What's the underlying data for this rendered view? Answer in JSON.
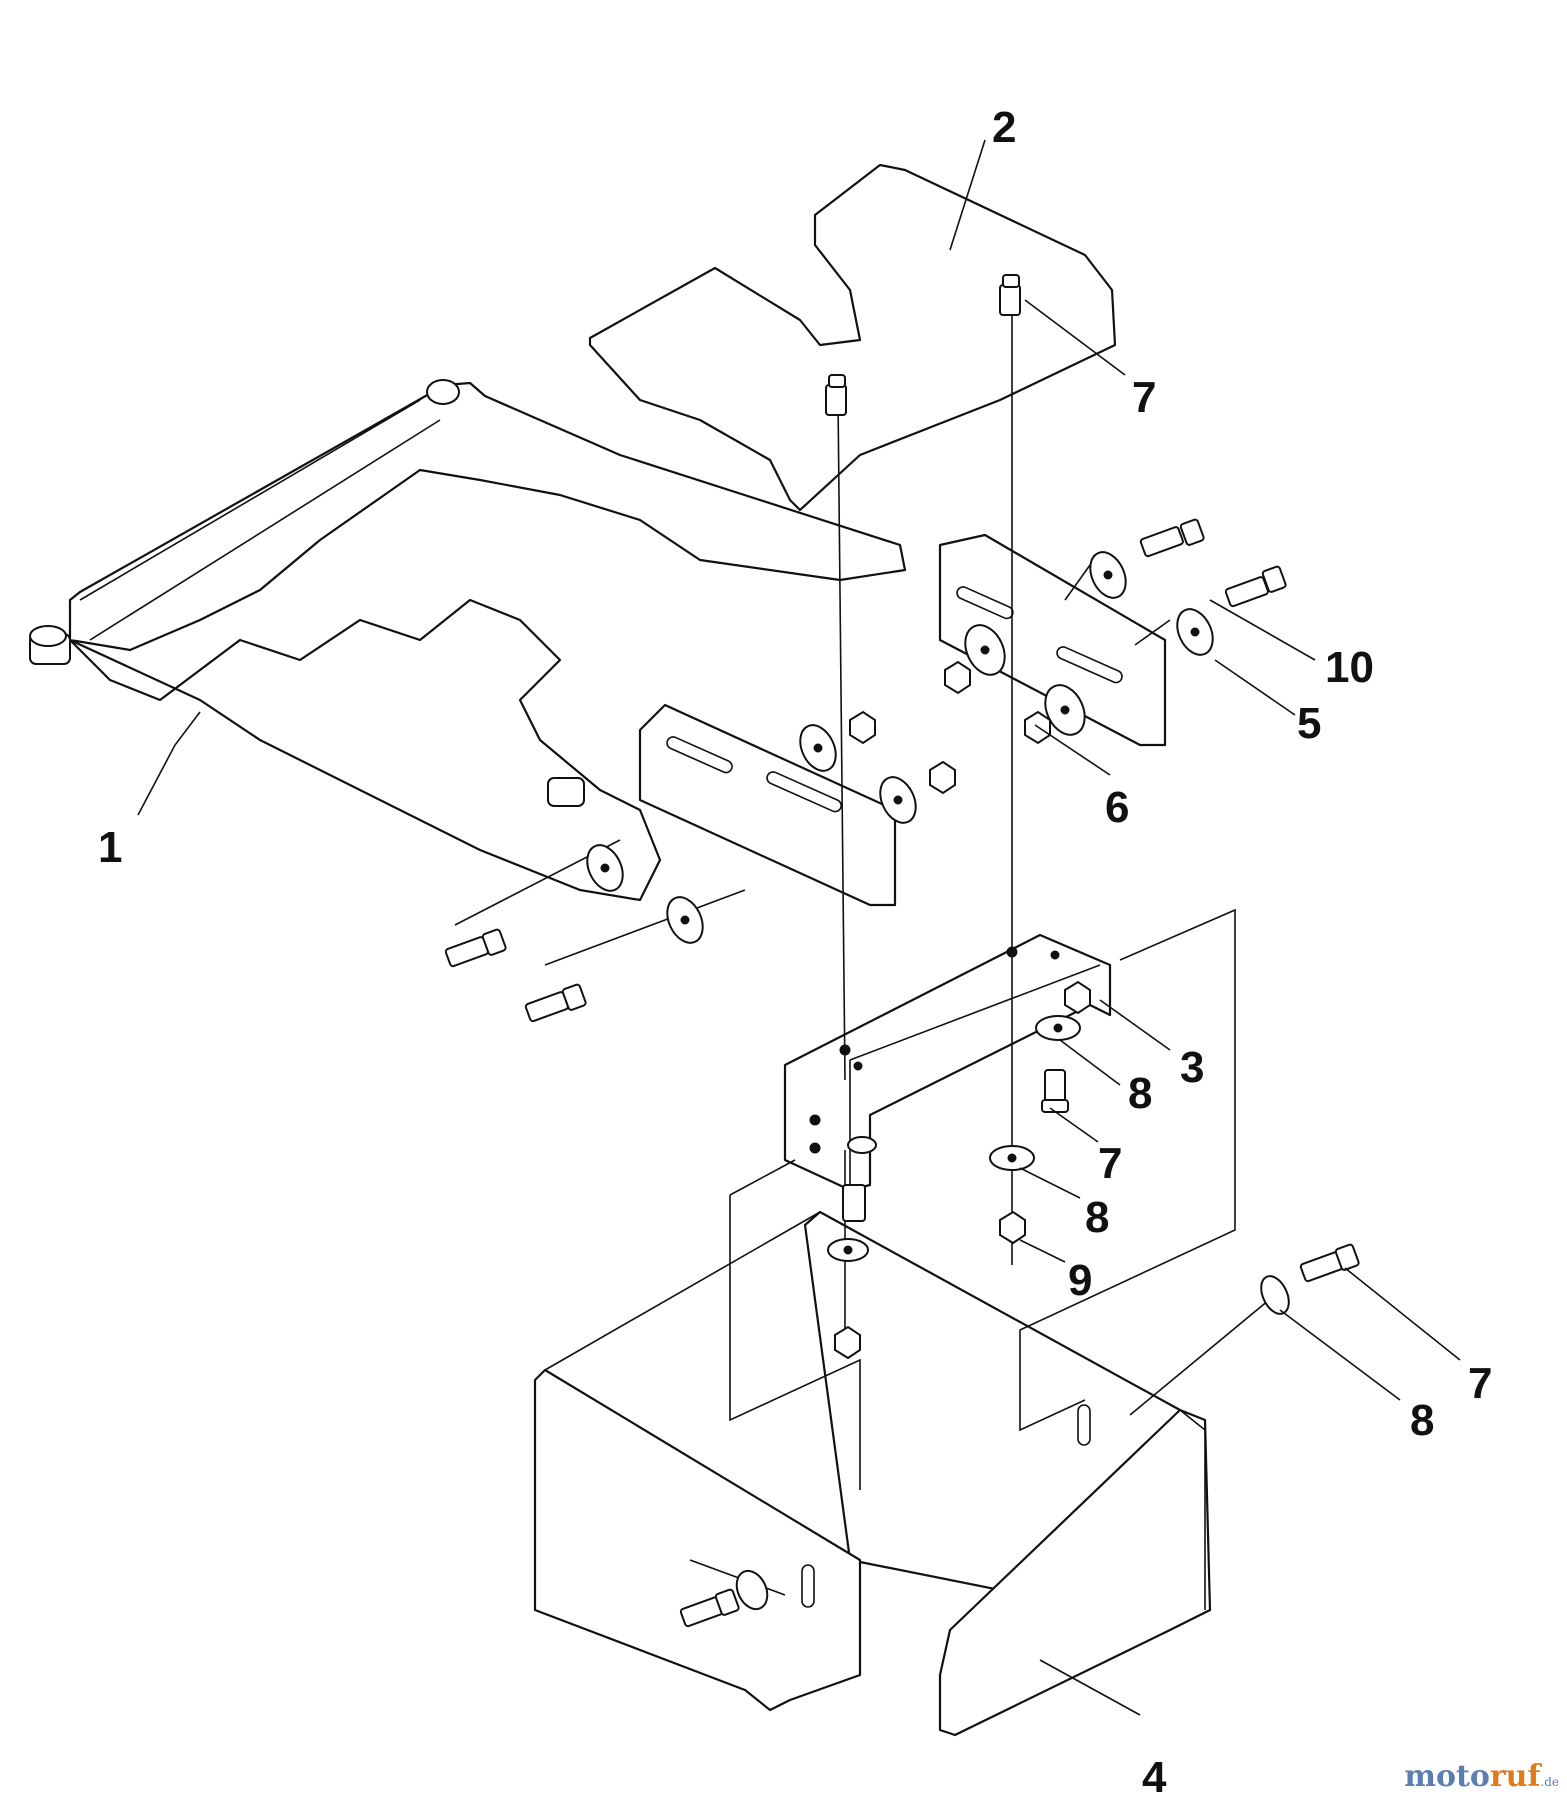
{
  "callouts": [
    {
      "id": "c1",
      "label": "1"
    },
    {
      "id": "c2",
      "label": "2"
    },
    {
      "id": "c3",
      "label": "3"
    },
    {
      "id": "c4",
      "label": "4"
    },
    {
      "id": "c5",
      "label": "5"
    },
    {
      "id": "c6",
      "label": "6"
    },
    {
      "id": "c7a",
      "label": "7"
    },
    {
      "id": "c7b",
      "label": "7"
    },
    {
      "id": "c7c",
      "label": "7"
    },
    {
      "id": "c8a",
      "label": "8"
    },
    {
      "id": "c8b",
      "label": "8"
    },
    {
      "id": "c8c",
      "label": "8"
    },
    {
      "id": "c9",
      "label": "9"
    },
    {
      "id": "c10",
      "label": "10"
    }
  ],
  "watermark": {
    "part1": "moto",
    "part2": "ruf",
    "suffix": ".de"
  },
  "colors": {
    "line": "#111111",
    "watermark_blue": "#5a7fb0",
    "watermark_orange": "#e07a1f"
  }
}
